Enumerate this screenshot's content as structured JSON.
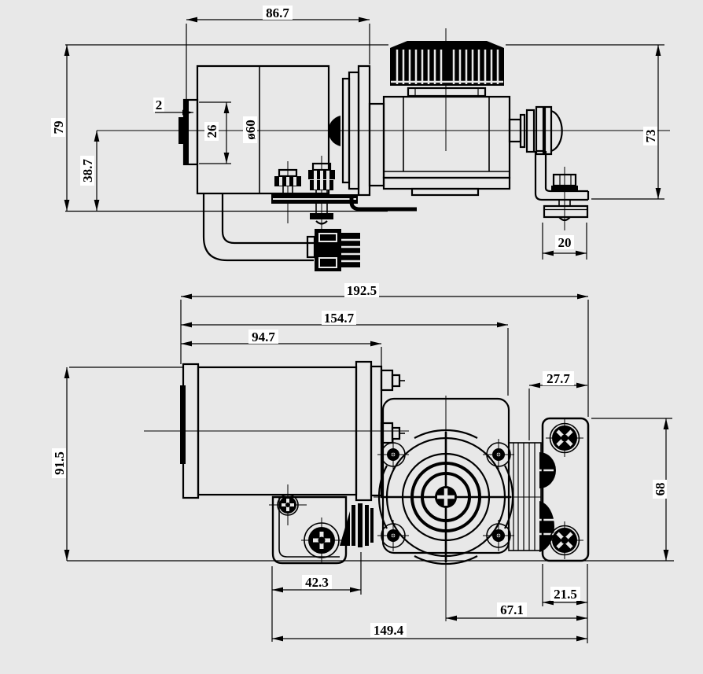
{
  "colors": {
    "bg": "#e8e8e8",
    "ink": "#000000",
    "label-bg": "#ffffff"
  },
  "drawing": {
    "kind": "two-view engineering dimension drawing of a DC gear motor pump assembly",
    "views": [
      "side-elevation",
      "plan-view"
    ]
  },
  "dims": {
    "d86_7": "86.7",
    "d79": "79",
    "d38_7": "38.7",
    "d2": "2",
    "d26": "26",
    "d_dia60": "ø60",
    "d73": "73",
    "d20": "20",
    "d192_5": "192.5",
    "d154_7": "154.7",
    "d94_7": "94.7",
    "d91_5": "91.5",
    "d27_7": "27.7",
    "d68": "68",
    "d42_3": "42.3",
    "d21_5": "21.5",
    "d67_1": "67.1",
    "d149_4": "149.4"
  }
}
